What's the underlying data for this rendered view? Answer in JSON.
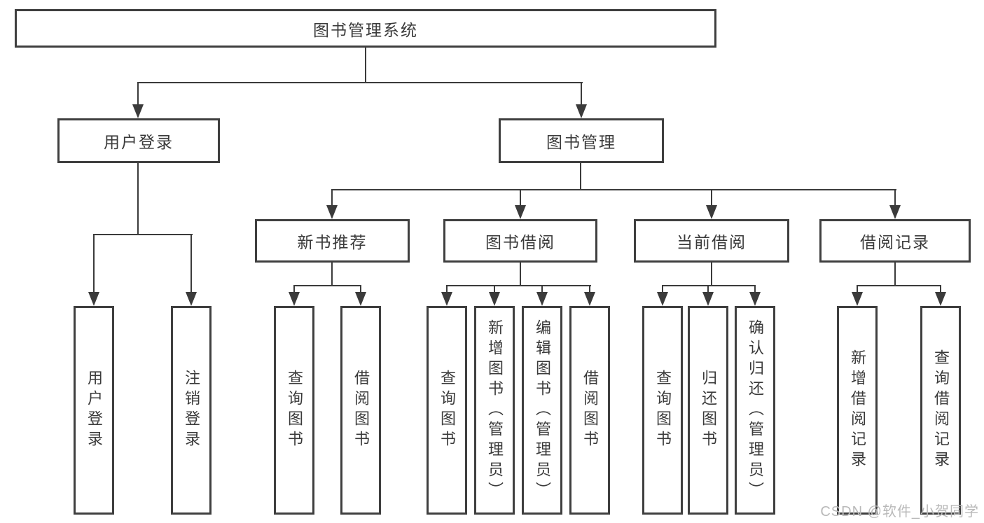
{
  "diagram": {
    "root": {
      "label": "图书管理系统"
    },
    "level2": [
      {
        "label": "用户登录"
      },
      {
        "label": "图书管理"
      }
    ],
    "level3": [
      {
        "label": "新书推荐"
      },
      {
        "label": "图书借阅"
      },
      {
        "label": "当前借阅"
      },
      {
        "label": "借阅记录"
      }
    ],
    "leaves": {
      "user_login": [
        {
          "label": "用户登录"
        },
        {
          "label": "注销登录"
        }
      ],
      "new_book": [
        {
          "label": "查询图书"
        },
        {
          "label": "借阅图书"
        }
      ],
      "book_borrow": [
        {
          "label": "查询图书"
        },
        {
          "label": "新增图书（管理员）"
        },
        {
          "label": "编辑图书（管理员）"
        },
        {
          "label": "借阅图书"
        }
      ],
      "current_borrow": [
        {
          "label": "查询图书"
        },
        {
          "label": "归还图书"
        },
        {
          "label": "确认归还（管理员）"
        }
      ],
      "borrow_records": [
        {
          "label": "新增借阅记录"
        },
        {
          "label": "查询借阅记录"
        }
      ]
    },
    "watermark": "CSDN @软件_小贺同学",
    "colors": {
      "line": "#3b3b3b",
      "border": "#3f3f3f",
      "text": "#3a3a3a",
      "watermark": "#b9b9b9",
      "background": "#ffffff"
    }
  }
}
